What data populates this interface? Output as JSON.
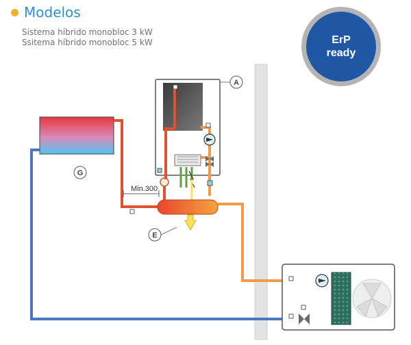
{
  "header": {
    "title": "Modelos",
    "subtitle_1": "Sistema híbrido monobloc 3 kW",
    "subtitle_2": "Ssitema híbrido monobloc 5 kW"
  },
  "badge": {
    "line_1": "ErP",
    "line_2": "ready"
  },
  "diagram": {
    "label_boiler": "A",
    "label_tank": "G",
    "label_separator": "E",
    "dimension": "Min.300"
  },
  "colors": {
    "title": "#2b8fd0",
    "bullet": "#f4b02a",
    "badge_fill": "#1f57a4",
    "badge_ring": "#b4b4b4",
    "hot_pipe": "#e2502e",
    "warm_pipe": "#f39a4a",
    "cold_pipe": "#4a77c4",
    "wall": "#e3e3e3"
  }
}
